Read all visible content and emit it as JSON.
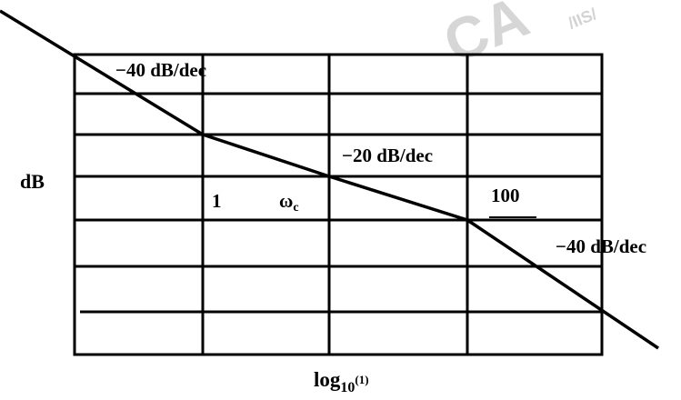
{
  "watermark": {
    "text": "CA",
    "subtext": "/IIS/",
    "color": "#c8c8c8"
  },
  "line_color": "#000000",
  "axes": {
    "ylabel": "dB",
    "xlabel_base": "log",
    "xlabel_sub": "10",
    "xlabel_arg": "(1)"
  },
  "ticks": {
    "one": "1",
    "omega_c_symbol": "ω",
    "omega_c_sub": "c",
    "hundred": "100"
  },
  "slopes": {
    "first": "−40 dB/dec",
    "middle": "−20 dB/dec",
    "last": "−40 dB/dec"
  }
}
